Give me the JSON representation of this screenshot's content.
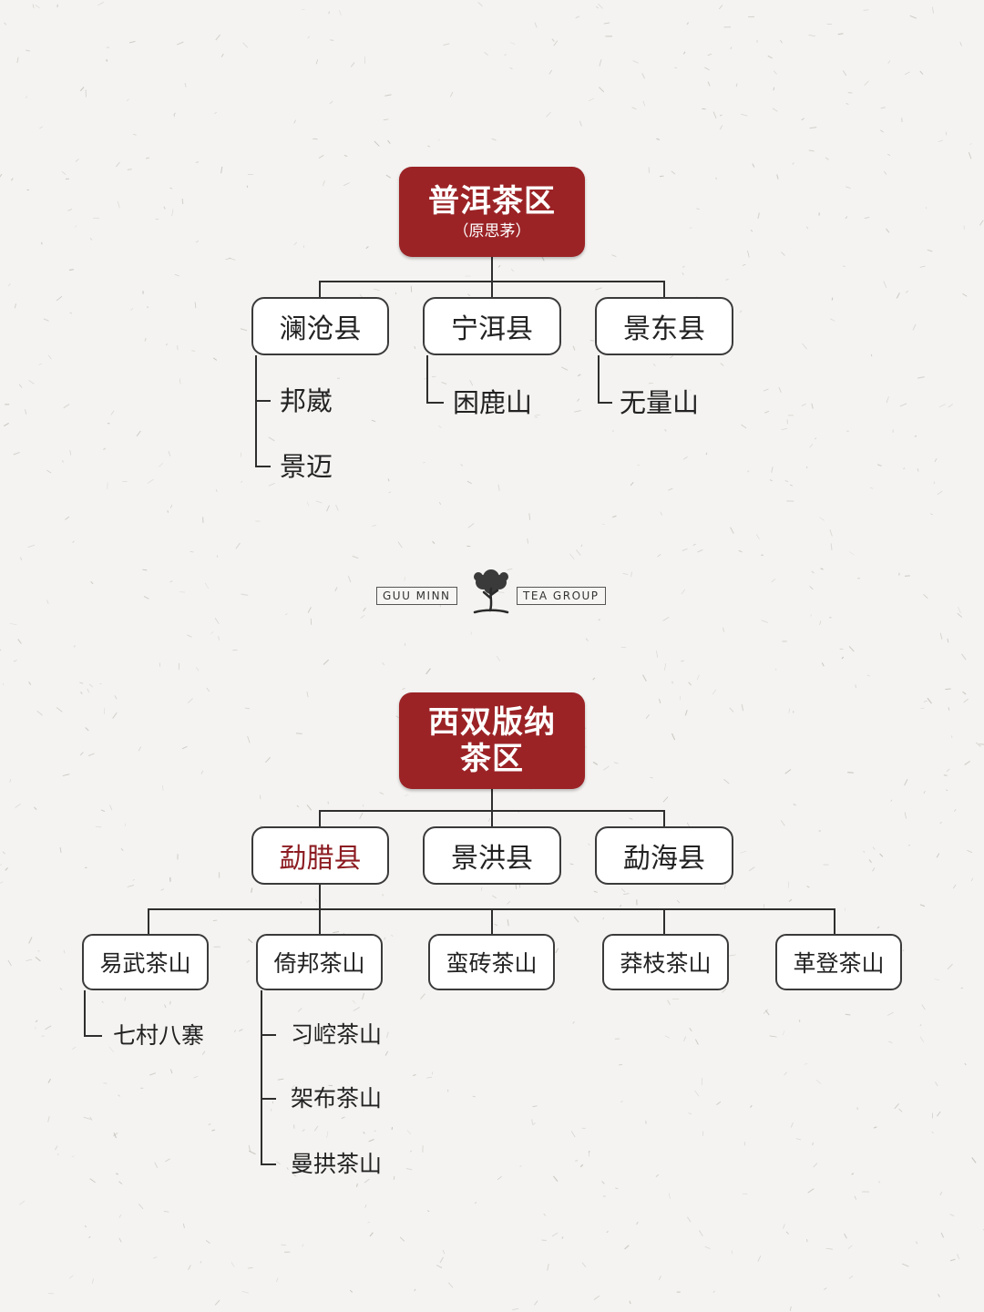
{
  "brand": {
    "left_text": "GUU MINN",
    "right_text": "TEA GROUP",
    "logo_icon": "tea-tree-icon",
    "accent_color": "#9b2326"
  },
  "diagram1": {
    "title": "普洱茶区",
    "subtitle": "（原思茅）",
    "counties": [
      {
        "name": "澜沧县",
        "children": [
          "邦崴",
          "景迈"
        ]
      },
      {
        "name": "宁洱县",
        "children": [
          "困鹿山"
        ]
      },
      {
        "name": "景东县",
        "children": [
          "无量山"
        ]
      }
    ]
  },
  "diagram2": {
    "title_line1": "西双版纳",
    "title_line2": "茶区",
    "counties": [
      "勐腊县",
      "景洪县",
      "勐海县"
    ],
    "mountains": [
      {
        "name": "易武茶山",
        "children": [
          "七村八寨"
        ]
      },
      {
        "name": "倚邦茶山",
        "children": [
          "习崆茶山",
          "架布茶山",
          "曼拱茶山"
        ]
      },
      {
        "name": "蛮砖茶山",
        "children": []
      },
      {
        "name": "莽枝茶山",
        "children": []
      },
      {
        "name": "革登茶山",
        "children": []
      }
    ]
  }
}
